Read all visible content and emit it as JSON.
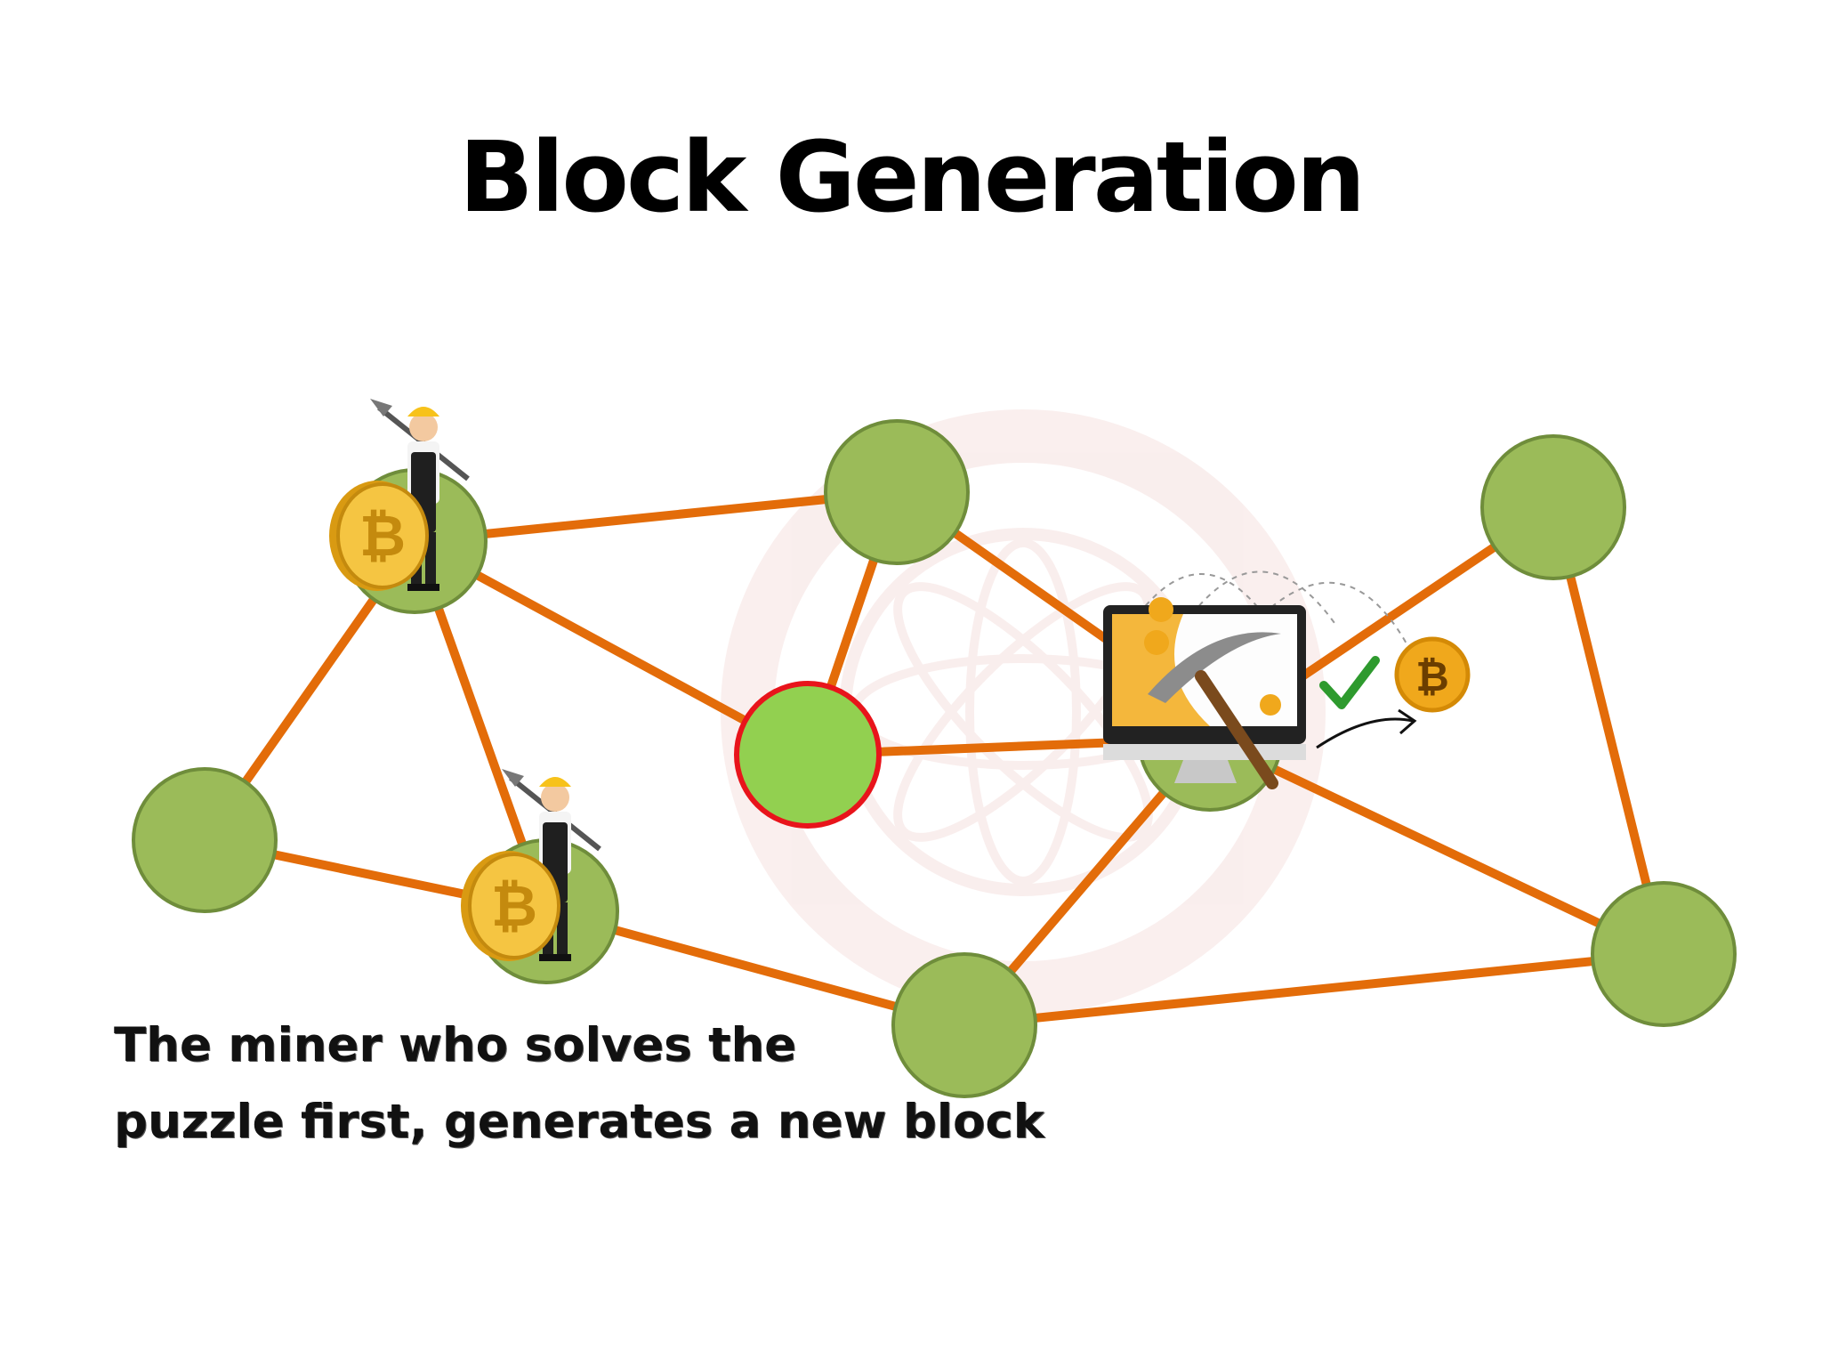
{
  "title": "Block Generation",
  "caption": {
    "line1": "The miner who solves the",
    "line2": "puzzle first, generates a new block"
  },
  "colors": {
    "node_fill": "#9bbb59",
    "node_stroke": "#6f8d3b",
    "new_block_fill": "#92d050",
    "new_block_stroke": "#e8141b",
    "edge": "#e36c09",
    "coin": "#f0a81c"
  },
  "icons": {
    "miner": "miner-with-pickaxe-icon",
    "coin": "bitcoin-coin-icon",
    "computer": "mining-computer-icon",
    "check": "check-icon",
    "arrow": "curved-arrow-icon",
    "watermark": "watermark-emblem"
  },
  "diagram": {
    "nodes": [
      {
        "id": "n-top-left",
        "highlight": false,
        "miner": true
      },
      {
        "id": "n-top-center",
        "highlight": false,
        "miner": false
      },
      {
        "id": "n-top-right",
        "highlight": false,
        "miner": false
      },
      {
        "id": "n-left",
        "highlight": false,
        "miner": false
      },
      {
        "id": "n-center-new-block",
        "highlight": true,
        "miner": false
      },
      {
        "id": "n-right-center",
        "highlight": false,
        "computer": true
      },
      {
        "id": "n-bottom-left",
        "highlight": false,
        "miner": true
      },
      {
        "id": "n-bottom-center",
        "highlight": false,
        "miner": false
      },
      {
        "id": "n-bottom-right",
        "highlight": false,
        "miner": false
      }
    ],
    "edges": [
      [
        "n-top-left",
        "n-top-center"
      ],
      [
        "n-top-left",
        "n-left"
      ],
      [
        "n-top-left",
        "n-bottom-left"
      ],
      [
        "n-top-left",
        "n-center-new-block"
      ],
      [
        "n-top-center",
        "n-center-new-block"
      ],
      [
        "n-top-center",
        "n-right-center"
      ],
      [
        "n-center-new-block",
        "n-right-center"
      ],
      [
        "n-left",
        "n-bottom-left"
      ],
      [
        "n-bottom-left",
        "n-bottom-center"
      ],
      [
        "n-bottom-center",
        "n-right-center"
      ],
      [
        "n-bottom-center",
        "n-bottom-right"
      ],
      [
        "n-right-center",
        "n-bottom-right"
      ],
      [
        "n-right-center",
        "n-top-right"
      ],
      [
        "n-top-right",
        "n-bottom-right"
      ]
    ]
  }
}
